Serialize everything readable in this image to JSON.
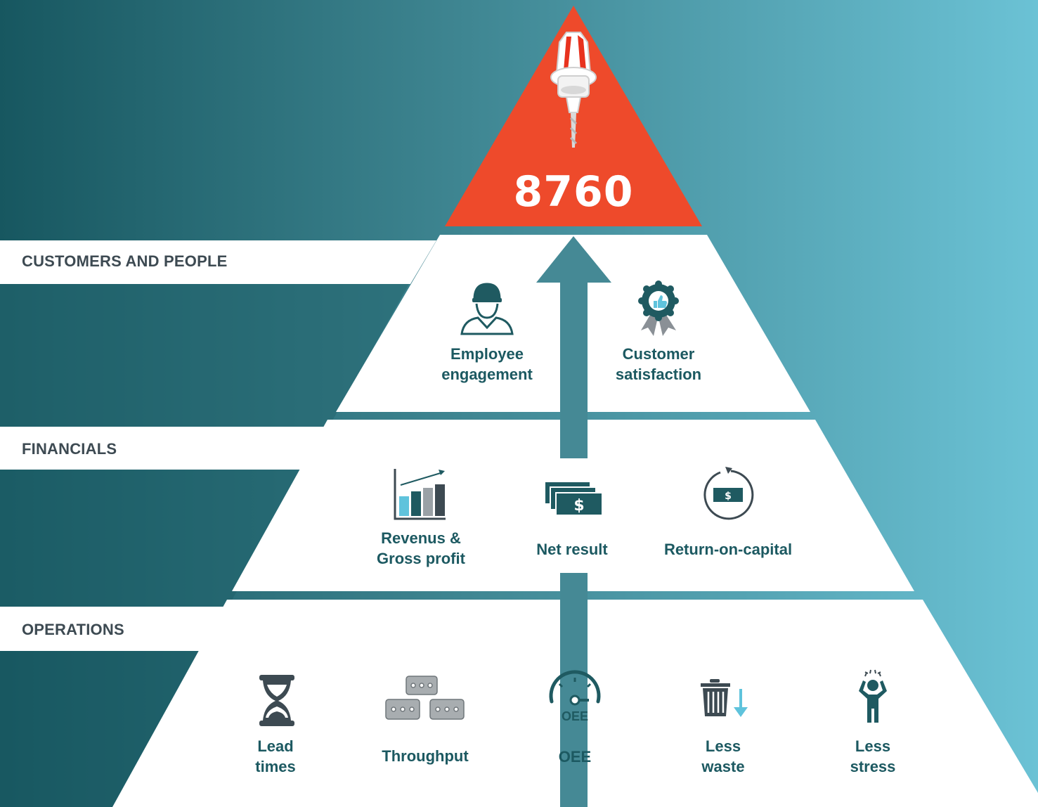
{
  "apex": {
    "number": "8760",
    "icon": "spindle-drill-icon"
  },
  "bands": {
    "customers": "CUSTOMERS AND PEOPLE",
    "financials": "FINANCIALS",
    "operations": "OPERATIONS"
  },
  "customers_items": [
    {
      "label_lines": [
        "Employee",
        "engagement"
      ],
      "icon": "worker-hardhat-icon"
    },
    {
      "label_lines": [
        "Customer",
        "satisfaction"
      ],
      "icon": "thumbs-up-award-icon"
    }
  ],
  "financial_items": [
    {
      "label_lines": [
        "Revenus &",
        "Gross profit"
      ],
      "icon": "bar-chart-growth-icon"
    },
    {
      "label_lines": [
        "Net result"
      ],
      "icon": "money-stack-icon"
    },
    {
      "label_lines": [
        "Return-on-capital"
      ],
      "icon": "money-cycle-icon"
    }
  ],
  "operations_items": [
    {
      "label_lines": [
        "Lead",
        "times"
      ],
      "icon": "hourglass-icon"
    },
    {
      "label_lines": [
        "Throughput"
      ],
      "icon": "steel-blocks-icon"
    },
    {
      "label_lines": [
        "OEE"
      ],
      "icon": "gauge-icon",
      "gauge_text": "OEE"
    },
    {
      "label_lines": [
        "Less",
        "waste"
      ],
      "icon": "trash-down-icon"
    },
    {
      "label_lines": [
        "Less",
        "stress"
      ],
      "icon": "stressed-person-icon"
    }
  ],
  "colors": {
    "apex_red": "#ee4a2b",
    "teal_dark": "#175760",
    "teal_light": "#6bc2d5",
    "arrow_teal": "#458995",
    "icon_dark": "#1f5a61",
    "text_dark": "#3d4a52",
    "accent_light_blue": "#5fc3dc"
  }
}
